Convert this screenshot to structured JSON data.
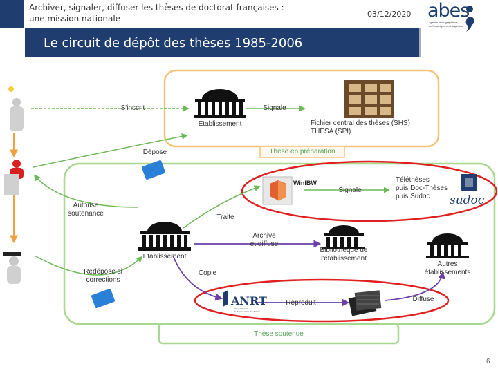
{
  "header": {
    "title_line1": "Archiver, signaler, diffuser les thèses de doctorat françaises :",
    "title_line2": "une mission nationale",
    "date": "03/12/2020",
    "logo_name": "abes",
    "logo_tagline_line1": "agence bibliographique",
    "logo_tagline_line2": "de l'enseignement supérieur",
    "slide_title": "Le circuit de dépôt des thèses 1985-2006"
  },
  "diagram": {
    "top_box": {
      "label_sinscrit": "S'inscrit",
      "label_etablissement": "Etablissement",
      "label_signale": "Signale",
      "fichier_line1": "Fichier central des thèses (SHS)",
      "fichier_line2": "THESA (SPI)",
      "phase": "Thèse en préparation"
    },
    "left_labels": {
      "depose": "Dépose",
      "autorise_line1": "Autorise",
      "autorise_line2": "soutenance",
      "redepose_line1": "Redépose si",
      "redepose_line2": "corrections"
    },
    "bottom_box": {
      "label_etablissement": "Etablissement",
      "traite": "Traite",
      "archive_line1": "Archive",
      "archive_line2": "et diffuse",
      "bibliotheque_line1": "Bibliothèque de",
      "bibliotheque_line2": "l'établissement",
      "autres_line1": "Autres",
      "autres_line2": "établissements",
      "copie": "Copie",
      "winibw": "WinIBW",
      "signale": "Signale",
      "theses_line1": "Téléthèses",
      "theses_line2": "puis Doc-Thèses",
      "theses_line3": "puis Sudoc",
      "sudoc_logo": "sudoc",
      "anrt": "ANRT",
      "anrt_sub_line1": "Atelier National",
      "anrt_sub_line2": "de Reproduction des Thèses",
      "reproduit": "Reproduit",
      "diffuse": "Diffuse",
      "phase": "Thèse soutenue"
    },
    "colors": {
      "orange": "#f0b060",
      "green": "#8cc870",
      "red": "#e02020",
      "purple": "#6a40a8",
      "blue": "#2060c0"
    }
  },
  "footer": {
    "page_number": "6"
  }
}
